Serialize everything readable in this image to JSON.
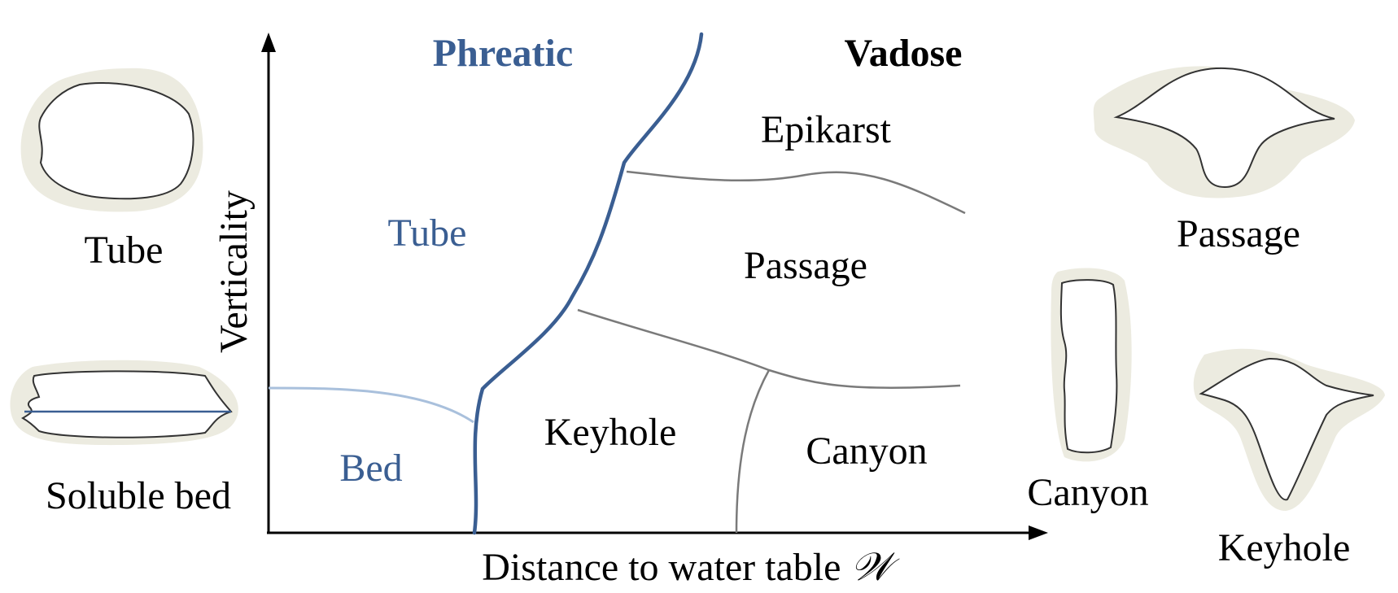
{
  "diagram": {
    "zone_titles": {
      "phreatic": "Phreatic",
      "vadose": "Vadose"
    },
    "axes": {
      "x_label_prefix": "Distance to water table",
      "x_label_symbol": "𝒲",
      "y_label": "Verticality"
    },
    "region_labels": {
      "tube": "Tube",
      "bed": "Bed",
      "epikarst": "Epikarst",
      "passage": "Passage",
      "keyhole": "Keyhole",
      "canyon": "Canyon"
    },
    "cross_sections": {
      "tube": "Tube",
      "soluble_bed": "Soluble bed",
      "passage": "Passage",
      "canyon": "Canyon",
      "keyhole": "Keyhole"
    },
    "colors": {
      "phreatic": "#3a5e92",
      "phreatic_light": "#a9c0dc",
      "boundary": "#7a7a7a",
      "halo": "#ecebe0",
      "outline": "#333333",
      "text": "#000000"
    }
  }
}
